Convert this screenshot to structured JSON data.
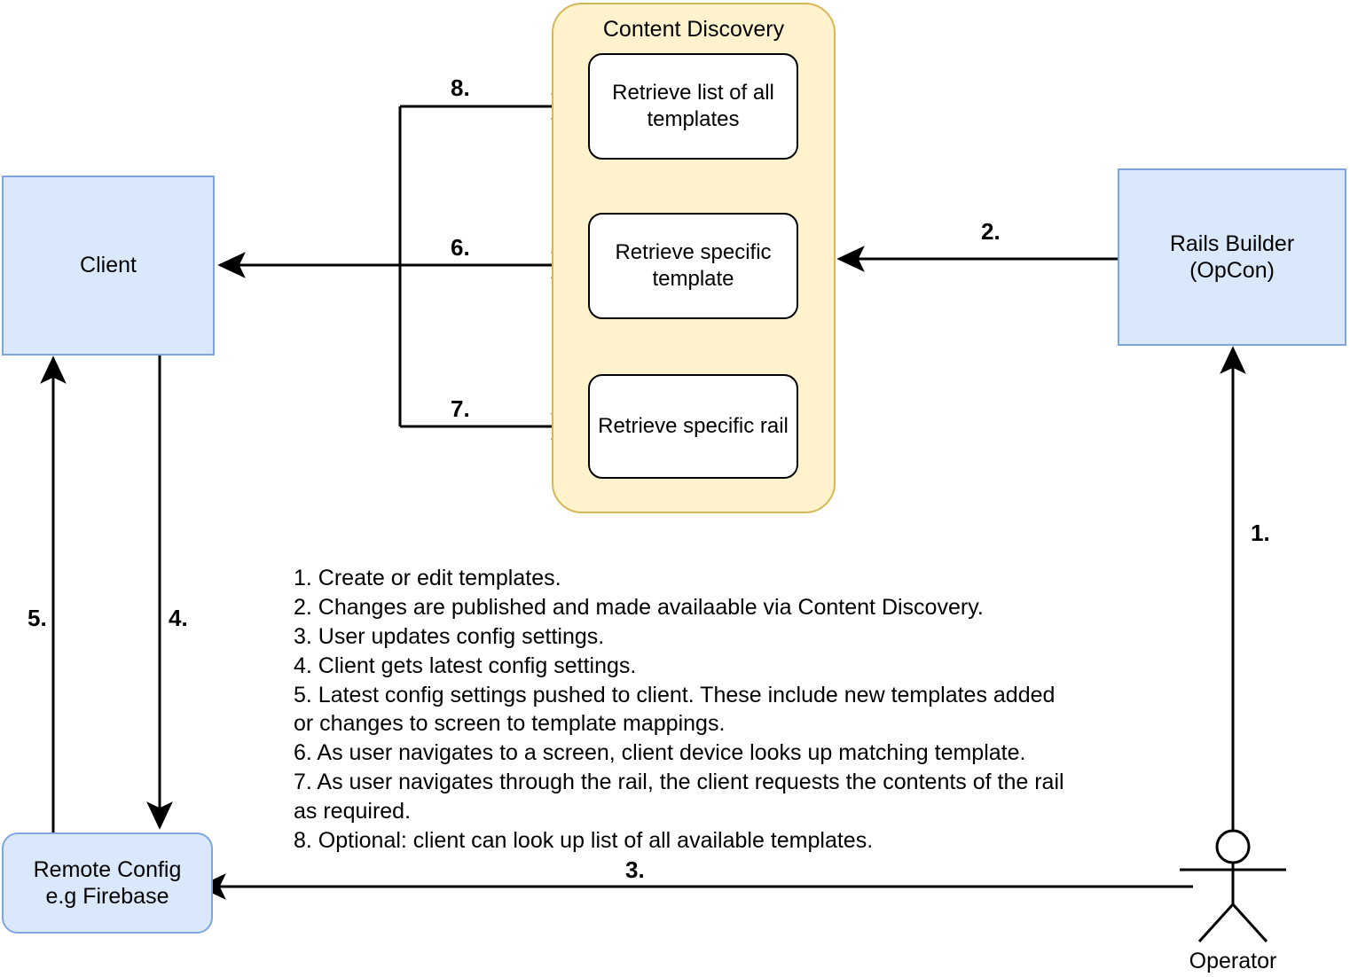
{
  "diagram": {
    "title_group": "Content Discovery",
    "nodes": {
      "client": "Client",
      "rails_builder": "Rails Builder\n(OpCon)",
      "remote_config": "Remote Config\ne.g Firebase",
      "retrieve_all": "Retrieve list of all\ntemplates",
      "retrieve_template": "Retrieve specific\ntemplate",
      "retrieve_rail": "Retrieve specific rail",
      "operator": "Operator"
    },
    "step_labels": {
      "one": "1.",
      "two": "2.",
      "three": "3.",
      "four": "4.",
      "five": "5.",
      "six": "6.",
      "seven": "7.",
      "eight": "8."
    },
    "legend": {
      "lines": [
        "1. Create or edit templates.",
        "2. Changes are published and made availaable via Content Discovery.",
        "3. User updates config settings.",
        "4. Client gets latest config settings.",
        "5. Latest config settings pushed to client. These include new templates added",
        "or changes to screen to template mappings.",
        "6. As user navigates to a screen, client device looks up matching template.",
        "7. As user navigates through the rail, the client requests the contents of the rail",
        "as required.",
        "8. Optional: client can look up list of all available templates."
      ],
      "text": "1. Create or edit templates.\n2. Changes are published and made availaable via Content Discovery.\n3. User updates config settings.\n4. Client gets latest config settings.\n5. Latest config settings pushed to client. These include new templates added\nor changes to screen to template mappings.\n6. As user navigates to a screen, client device looks up matching template.\n7. As user navigates through the rail, the client requests the contents of the rail\nas required.\n8. Optional: client can look up list of all available templates."
    },
    "colors": {
      "node_fill_blue": "#dae8fc",
      "node_stroke_blue": "#7ea6dd",
      "group_fill": "#fff2cc",
      "group_stroke": "#d6b656",
      "inner_fill": "#ffffff",
      "inner_stroke": "#000000",
      "edge_stroke": "#000000",
      "background": "#ffffff"
    }
  }
}
